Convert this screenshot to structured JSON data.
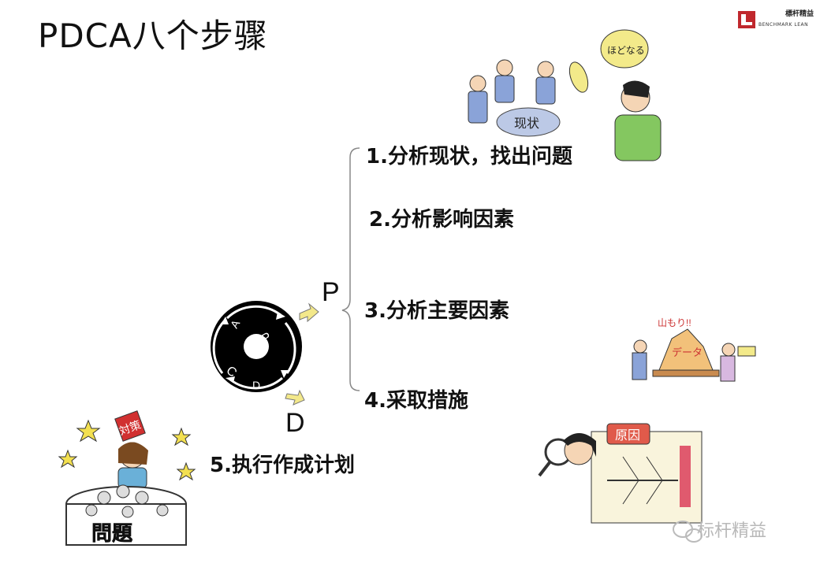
{
  "title": "PDCA八个步骤",
  "brand": {
    "name": "標杆精益",
    "sub": "BENCHMARK LEAN"
  },
  "cycle": {
    "letters": [
      "P",
      "D",
      "C",
      "A"
    ],
    "outer_p": "P",
    "outer_d": "D"
  },
  "steps": [
    "1.分析现状，找出问题",
    "2.分析影响因素",
    "3.分析主要因素",
    "4.采取措施",
    "5.执行作成计划"
  ],
  "illustrations": {
    "status": "现状",
    "thinking": "ほどなる",
    "data_mountain": "データ",
    "yamamori": "山もり!!",
    "cause": "原因",
    "problem": "問題",
    "countermeasure": "対策"
  },
  "watermark": "标杆精益"
}
